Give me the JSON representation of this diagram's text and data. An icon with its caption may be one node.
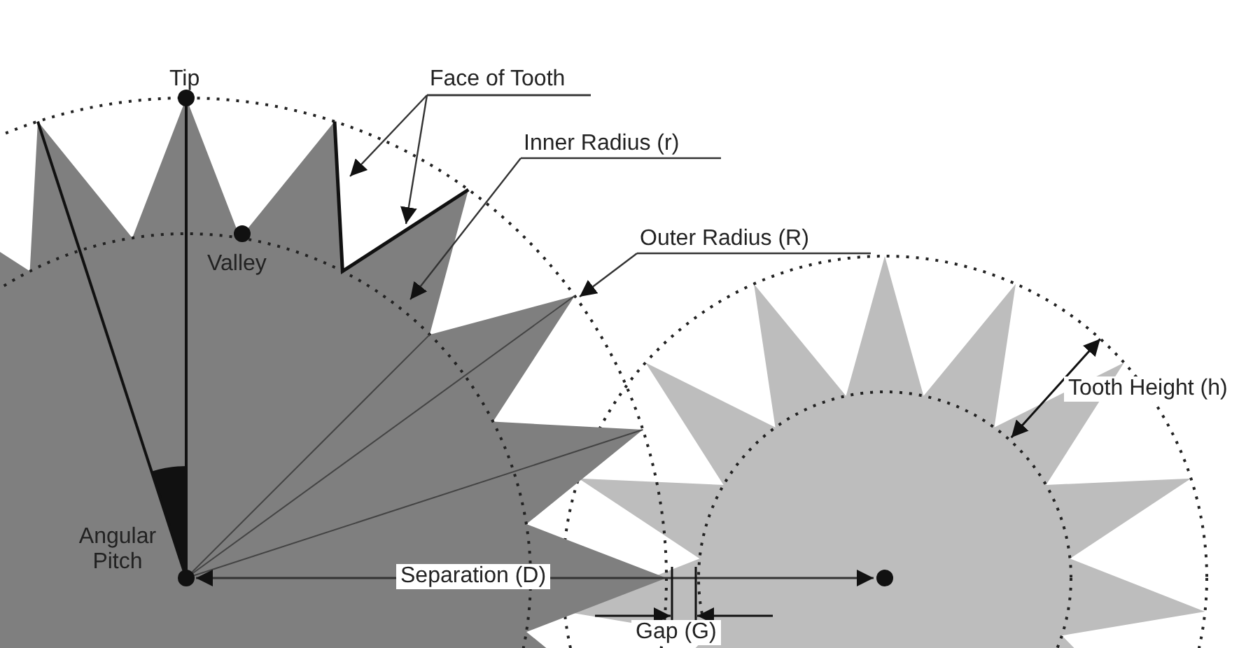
{
  "diagram": {
    "nodes": [
      {
        "text": [
          "Face of Tooth"
        ]
      },
      {
        "text": [
          "Inner Radius (r)"
        ]
      },
      {
        "text": [
          "Outer Radius (R)"
        ]
      }
    ],
    "edges": [
      {
        "from": 0,
        "to": null,
        "arrow": "to"
      },
      {
        "from": 0,
        "to": null,
        "arrow": "to"
      },
      {
        "from": 1,
        "to": null,
        "arrow": "to"
      },
      {
        "from": 2,
        "to": null,
        "arrow": "to"
      }
    ],
    "labels": [
      "Tip",
      "Valley",
      "Tooth Height (h)",
      "Angular Pitch",
      "Separation (D)",
      "Gap (G)"
    ]
  }
}
